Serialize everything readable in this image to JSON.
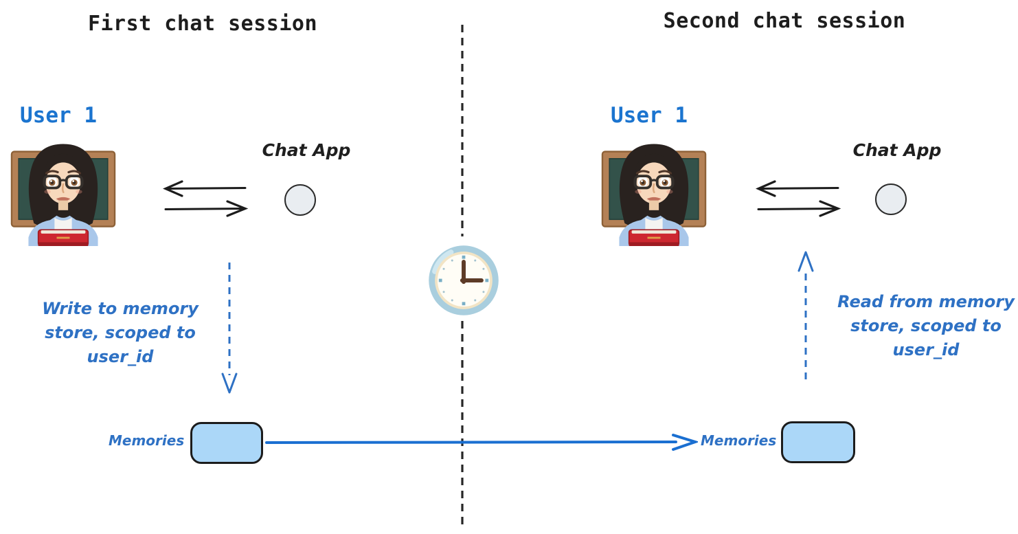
{
  "diagram_title": "Chat sessions sharing a memory store scoped to user_id",
  "left": {
    "title": "First chat session",
    "user_label": "User 1",
    "app_label": "Chat App",
    "note1": "Write to memory",
    "note2": "store, scoped to",
    "note3": "user_id",
    "memories_label": "Memories"
  },
  "right": {
    "title": "Second chat session",
    "user_label": "User 1",
    "app_label": "Chat App",
    "note1": "Read from memory",
    "note2": "store, scoped to",
    "note3": "user_id",
    "memories_label": "Memories"
  },
  "icons": {
    "user": "woman-teacher-emoji",
    "app": "circle-node",
    "time_gap": "clock-at-three-emoji",
    "exchange": "double-horizontal-arrows",
    "write_flow": "dashed-arrow-down",
    "read_flow": "dashed-arrow-up",
    "memory_transfer": "solid-arrow-right",
    "session_divider": "vertical-dashed-line"
  },
  "colors": {
    "user_label_blue": "#1b74cf",
    "note_blue": "#2e71c4",
    "arrow_blue": "#1a6fd1",
    "memory_box_fill": "#abd7f8",
    "ink": "#1d1d1d",
    "clock_ring": "#a9cede",
    "chalkboard_green": "#33524a"
  }
}
